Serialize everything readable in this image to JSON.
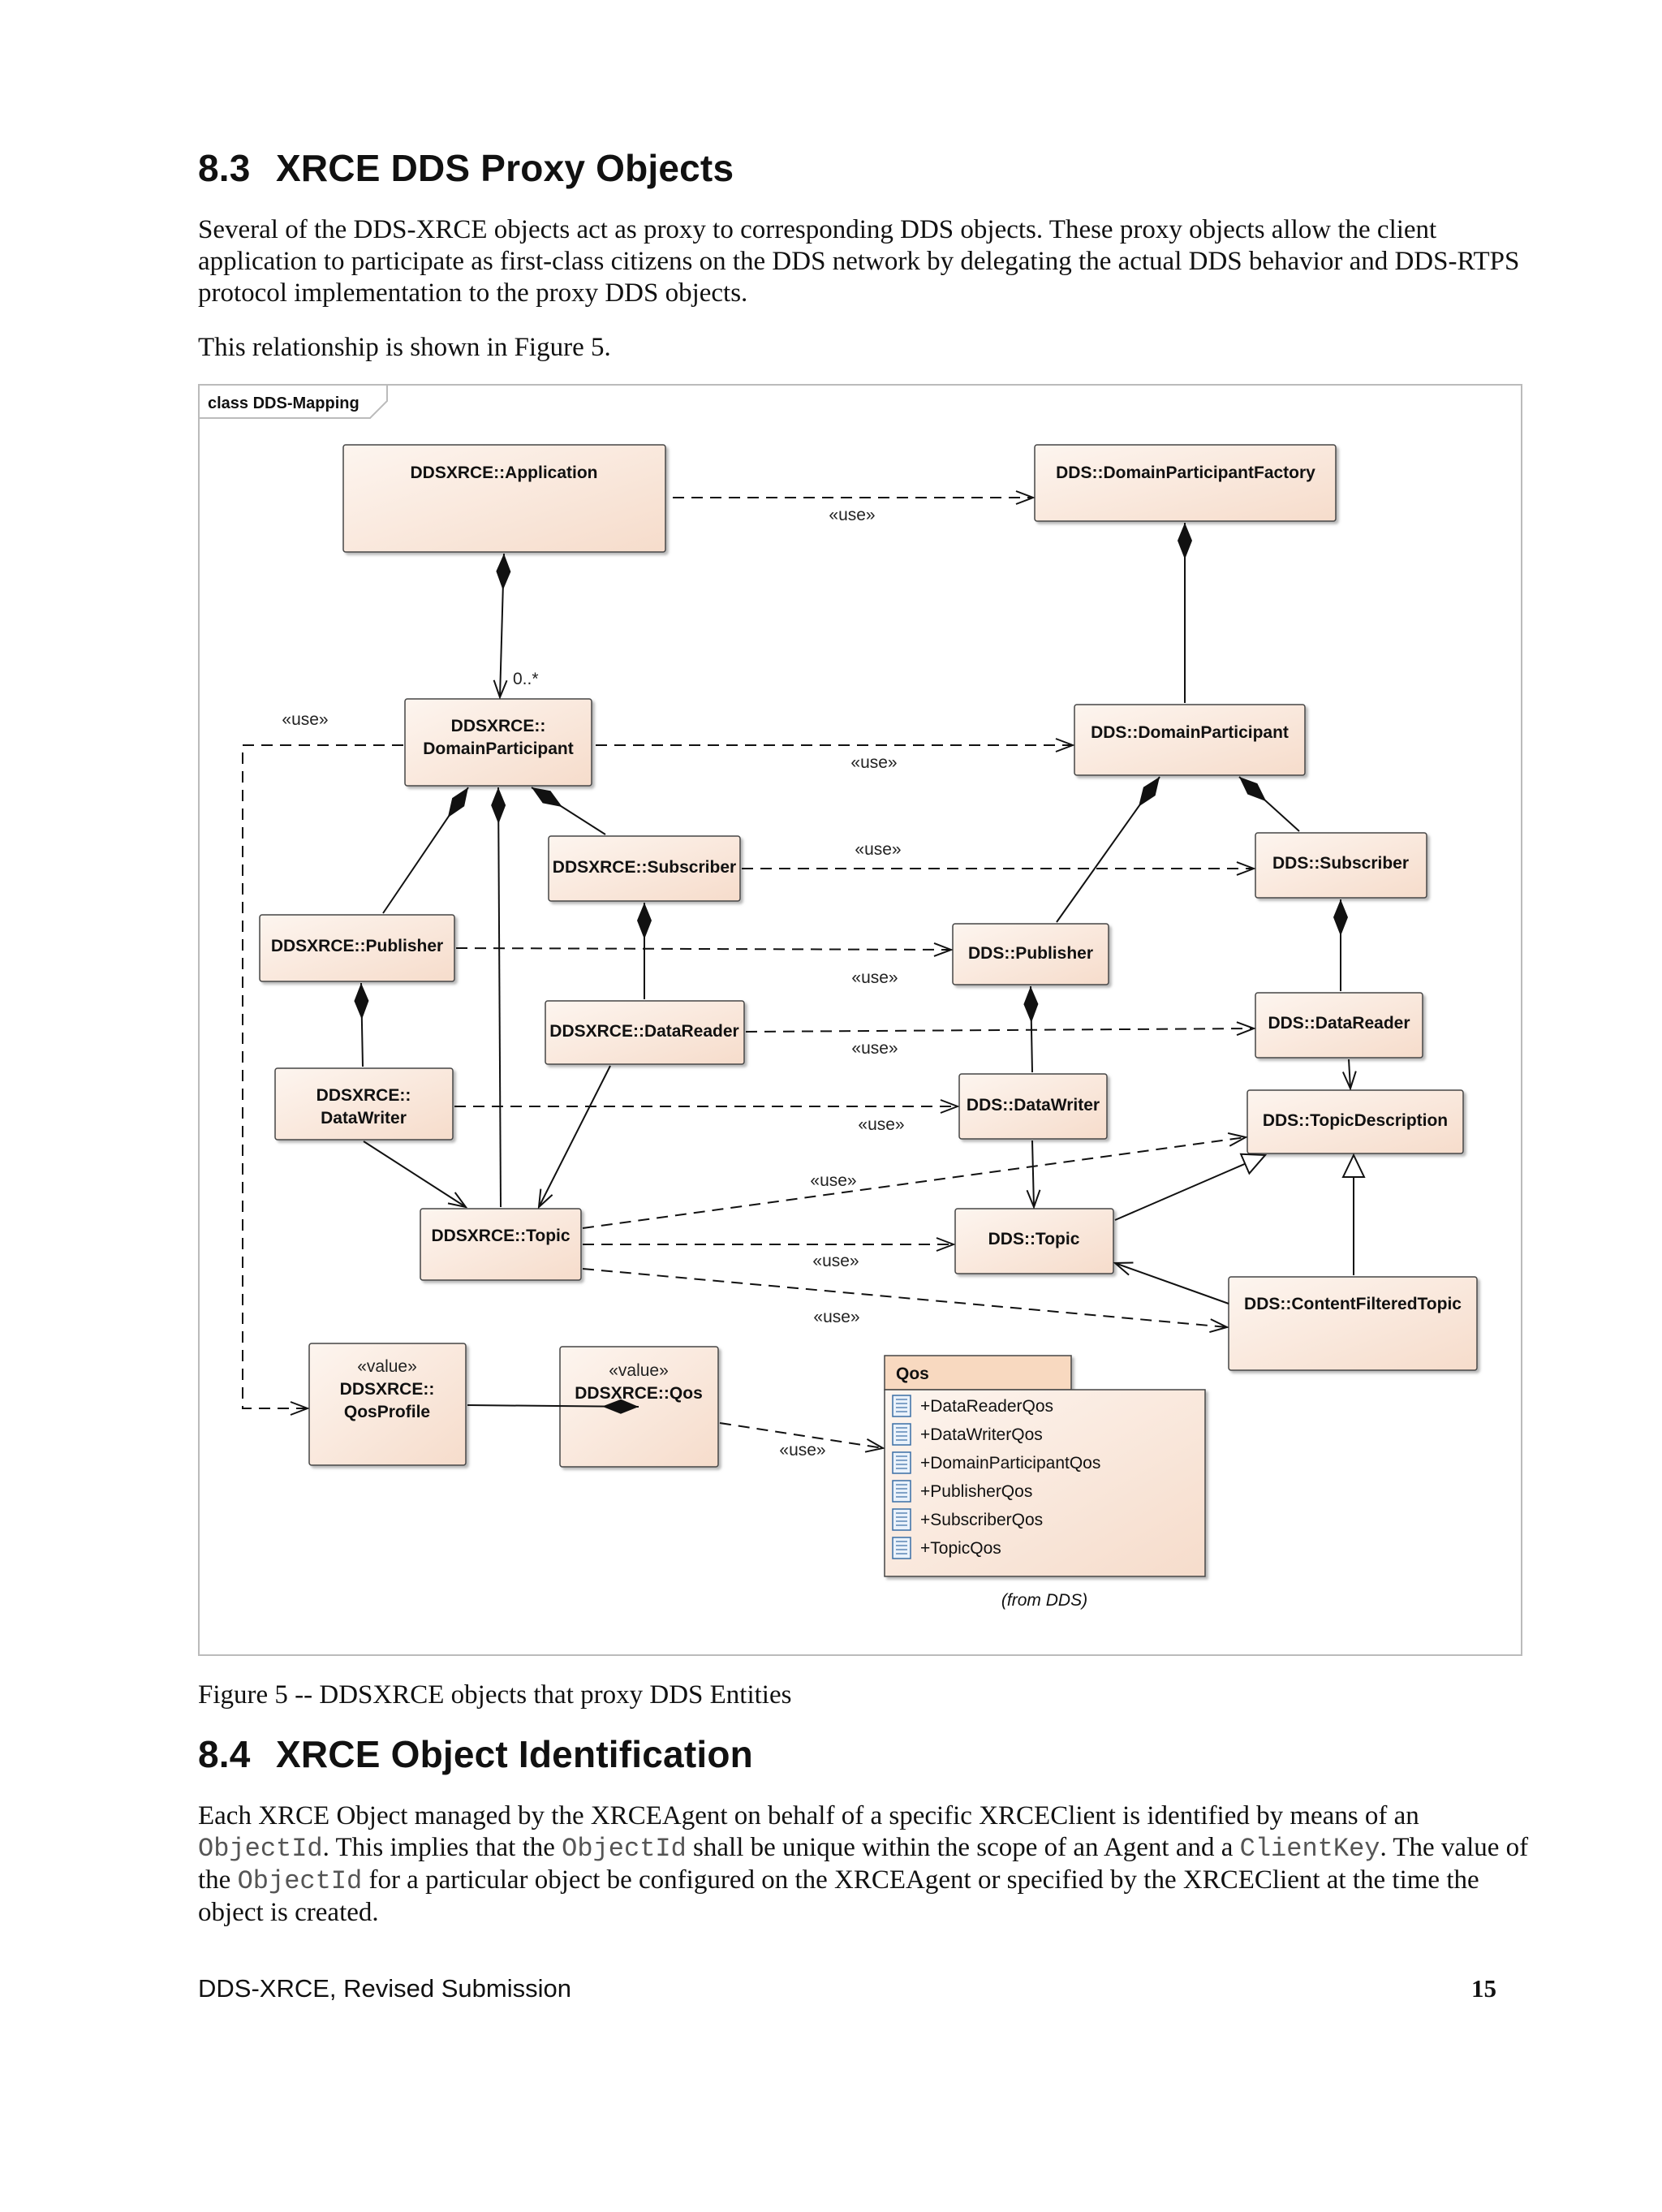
{
  "section_8_3": {
    "number": "8.3",
    "title": "XRCE DDS Proxy Objects",
    "para1": "Several of the DDS-XRCE objects act as proxy to corresponding DDS objects. These proxy objects allow the client application to participate as first-class citizens on the DDS network by delegating the actual DDS behavior and DDS-RTPS protocol implementation to the proxy DDS objects.",
    "para2": "This relationship is shown in Figure 5."
  },
  "diagram": {
    "frame_label": "class DDS-Mapping",
    "classes": {
      "app": "DDSXRCE::Application",
      "factory": "DDS::DomainParticipantFactory",
      "xparticipant_1": "DDSXRCE::",
      "xparticipant_2": "DomainParticipant",
      "participant": "DDS::DomainParticipant",
      "xsubscriber": "DDSXRCE::Subscriber",
      "subscriber": "DDS::Subscriber",
      "xpublisher": "DDSXRCE::Publisher",
      "publisher": "DDS::Publisher",
      "xdatareader": "DDSXRCE::DataReader",
      "datareader": "DDS::DataReader",
      "xdatawriter_1": "DDSXRCE::",
      "xdatawriter_2": "DataWriter",
      "datawriter": "DDS::DataWriter",
      "topicdescription": "DDS::TopicDescription",
      "xtopic": "DDSXRCE::Topic",
      "topic": "DDS::Topic",
      "cft": "DDS::ContentFilteredTopic",
      "qosprofile_stereo": "«value»",
      "qosprofile_1": "DDSXRCE::",
      "qosprofile_2": "QosProfile",
      "xqos_stereo": "«value»",
      "xqos": "DDSXRCE::Qos",
      "qos": "Qos"
    },
    "qos_attributes": [
      "+DataReaderQos",
      "+DataWriterQos",
      "+DomainParticipantQos",
      "+PublisherQos",
      "+SubscriberQos",
      "+TopicQos"
    ],
    "qos_from": "(from DDS)",
    "use_label": "«use»",
    "multiplicity": "0..*"
  },
  "caption": "Figure 5 -- DDSXRCE objects that proxy DDS Entities",
  "section_8_4": {
    "number": "8.4",
    "title": "XRCE Object Identification",
    "t1": "Each XRCE Object managed by the XRCEAgent on behalf of a specific XRCEClient is identified by means of an ",
    "c1": "ObjectId",
    "t2": ". This implies that the ",
    "c2": "ObjectId",
    "t3": " shall be unique within the scope of an Agent and a ",
    "c3": "ClientKey",
    "t4": ". The value of the ",
    "c4": "ObjectId",
    "t5": " for a particular object be configured on the XRCEAgent or specified by the XRCEClient at the time the object is created."
  },
  "footer": {
    "left": "DDS-XRCE, Revised Submission",
    "page": "15"
  },
  "colors": {
    "class_fill_start": "#fdf3ec",
    "class_fill_end": "#f6dccb",
    "qos_header": "#f8d9c0",
    "frame_border": "#bbbbbb"
  }
}
